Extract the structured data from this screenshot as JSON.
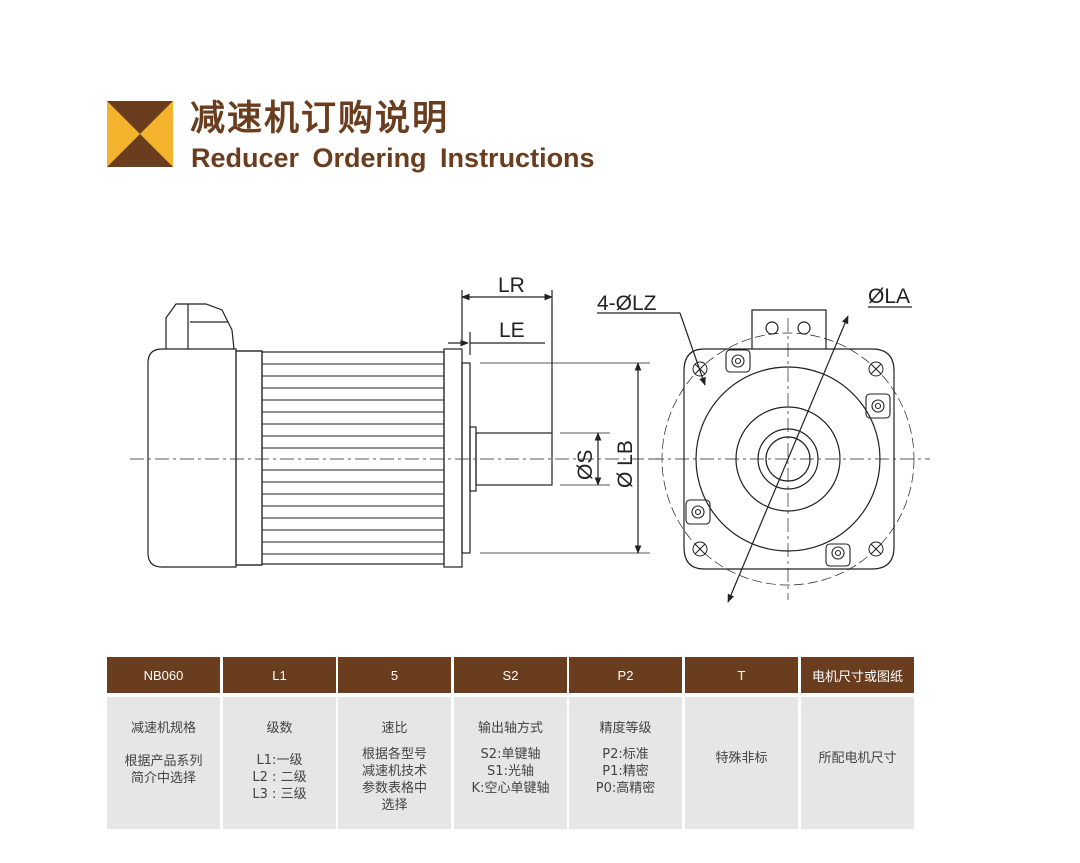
{
  "header": {
    "title_zh": "减速机订购说明",
    "title_en": "Reducer Ordering Instructions"
  },
  "brand_colors": {
    "primary": "#6b3d1f",
    "accent": "#f3b32c",
    "table_bg": "#e6e6e6"
  },
  "drawing_labels": {
    "lr": "LR",
    "le": "LE",
    "s": "ØS",
    "lb": "Ø LB",
    "lz": "4-ØLZ",
    "la": "ØLA"
  },
  "table": {
    "columns": [
      {
        "code": "NB060",
        "category": "减速机规格",
        "lines": [
          "根据产品系列",
          "简介中选择"
        ]
      },
      {
        "code": "L1",
        "category": "级数",
        "lines": [
          "L1:一级",
          "L2 : 二级",
          "L3 : 三级"
        ]
      },
      {
        "code": "5",
        "category": "速比",
        "lines": [
          "根据各型号",
          "减速机技术",
          "参数表格中",
          "选择"
        ]
      },
      {
        "code": "S2",
        "category": "输出轴方式",
        "lines": [
          "S2:单键轴",
          "S1:光轴",
          "K:空心单键轴"
        ]
      },
      {
        "code": "P2",
        "category": "精度等级",
        "lines": [
          "P2:标准",
          "P1:精密",
          "P0:高精密"
        ]
      },
      {
        "code": "T",
        "category": "",
        "lines": [
          "特殊非标"
        ]
      },
      {
        "code": "电机尺寸或图纸",
        "category": "",
        "lines": [
          "所配电机尺寸"
        ]
      }
    ]
  }
}
